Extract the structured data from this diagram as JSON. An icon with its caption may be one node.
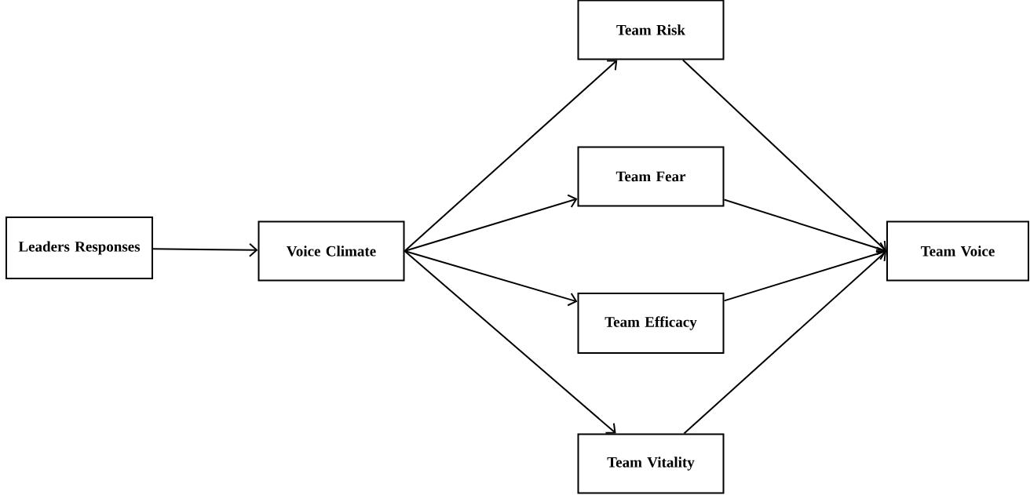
{
  "diagram": {
    "nodes": [
      {
        "text": [
          "Leaders Responses"
        ]
      },
      {
        "text": [
          "Voice Climate"
        ]
      },
      {
        "text": [
          "Team Risk"
        ]
      },
      {
        "text": [
          "Team Fear"
        ]
      },
      {
        "text": [
          "Team Efficacy"
        ]
      },
      {
        "text": [
          "Team Vitality"
        ]
      },
      {
        "text": [
          "Team Voice"
        ]
      }
    ],
    "edges": [
      {
        "from": 0,
        "to": 1,
        "arrow": "to"
      },
      {
        "from": 1,
        "to": 2,
        "arrow": "to"
      },
      {
        "from": 1,
        "to": 3,
        "arrow": "to"
      },
      {
        "from": 1,
        "to": 4,
        "arrow": "to"
      },
      {
        "from": 1,
        "to": 5,
        "arrow": "to"
      },
      {
        "from": 2,
        "to": 6,
        "arrow": "to"
      },
      {
        "from": 3,
        "to": 6,
        "arrow": "to"
      },
      {
        "from": 4,
        "to": 6,
        "arrow": "to"
      },
      {
        "from": 5,
        "to": 6,
        "arrow": "to"
      }
    ]
  }
}
